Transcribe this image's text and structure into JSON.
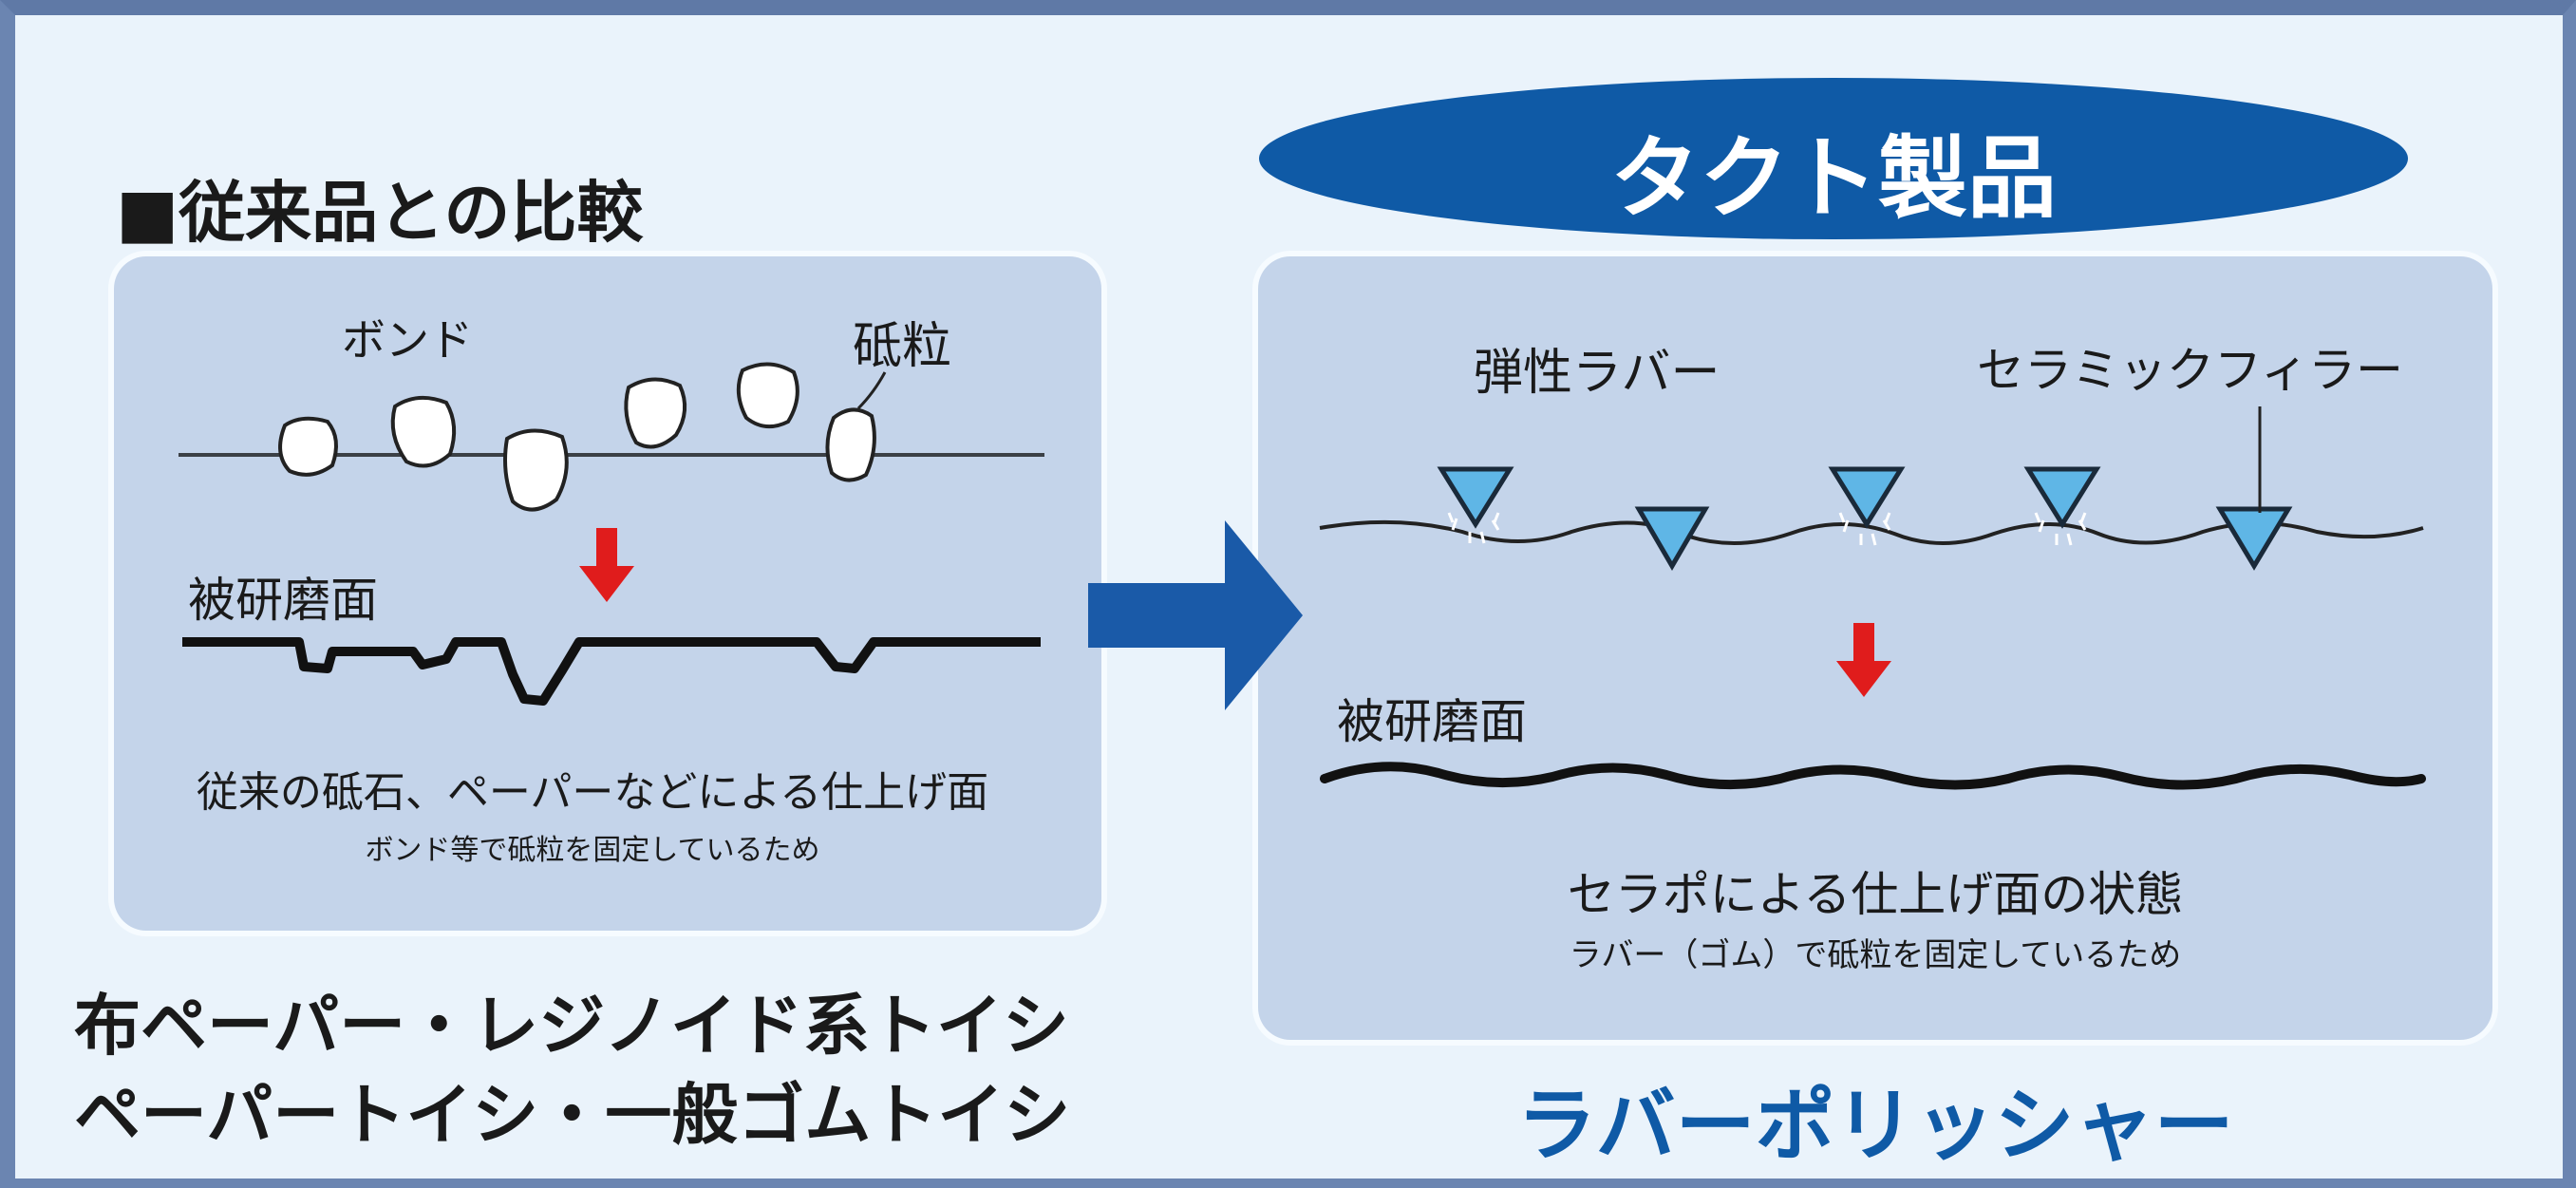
{
  "heading": "■従来品との比較",
  "brand": "タクト製品",
  "left": {
    "bond_label": "ボンド",
    "grain_label": "砥粒",
    "surface_label": "被研磨面",
    "caption": "従来の砥石、ペーパーなどによる仕上げ面",
    "subcaption": "ボンド等で砥粒を固定しているため",
    "products_line1": "布ペーパー・レジノイド系トイシ",
    "products_line2": "ペーパートイシ・一般ゴムトイシ"
  },
  "right": {
    "rubber_label": "弾性ラバー",
    "filler_label": "セラミックフィラー",
    "surface_label": "被研磨面",
    "caption": "セラポによる仕上げ面の状態",
    "subcaption": "ラバー（ゴム）で砥粒を固定しているため",
    "product_name": "ラバーポリッシャー"
  },
  "colors": {
    "frame": "#6b85b1",
    "background": "#eaf3fb",
    "panel": "#c4d4ea",
    "brand_blue": "#0f5aa6",
    "red_arrow": "#e01c1c",
    "filler": "#5fb6e6"
  }
}
